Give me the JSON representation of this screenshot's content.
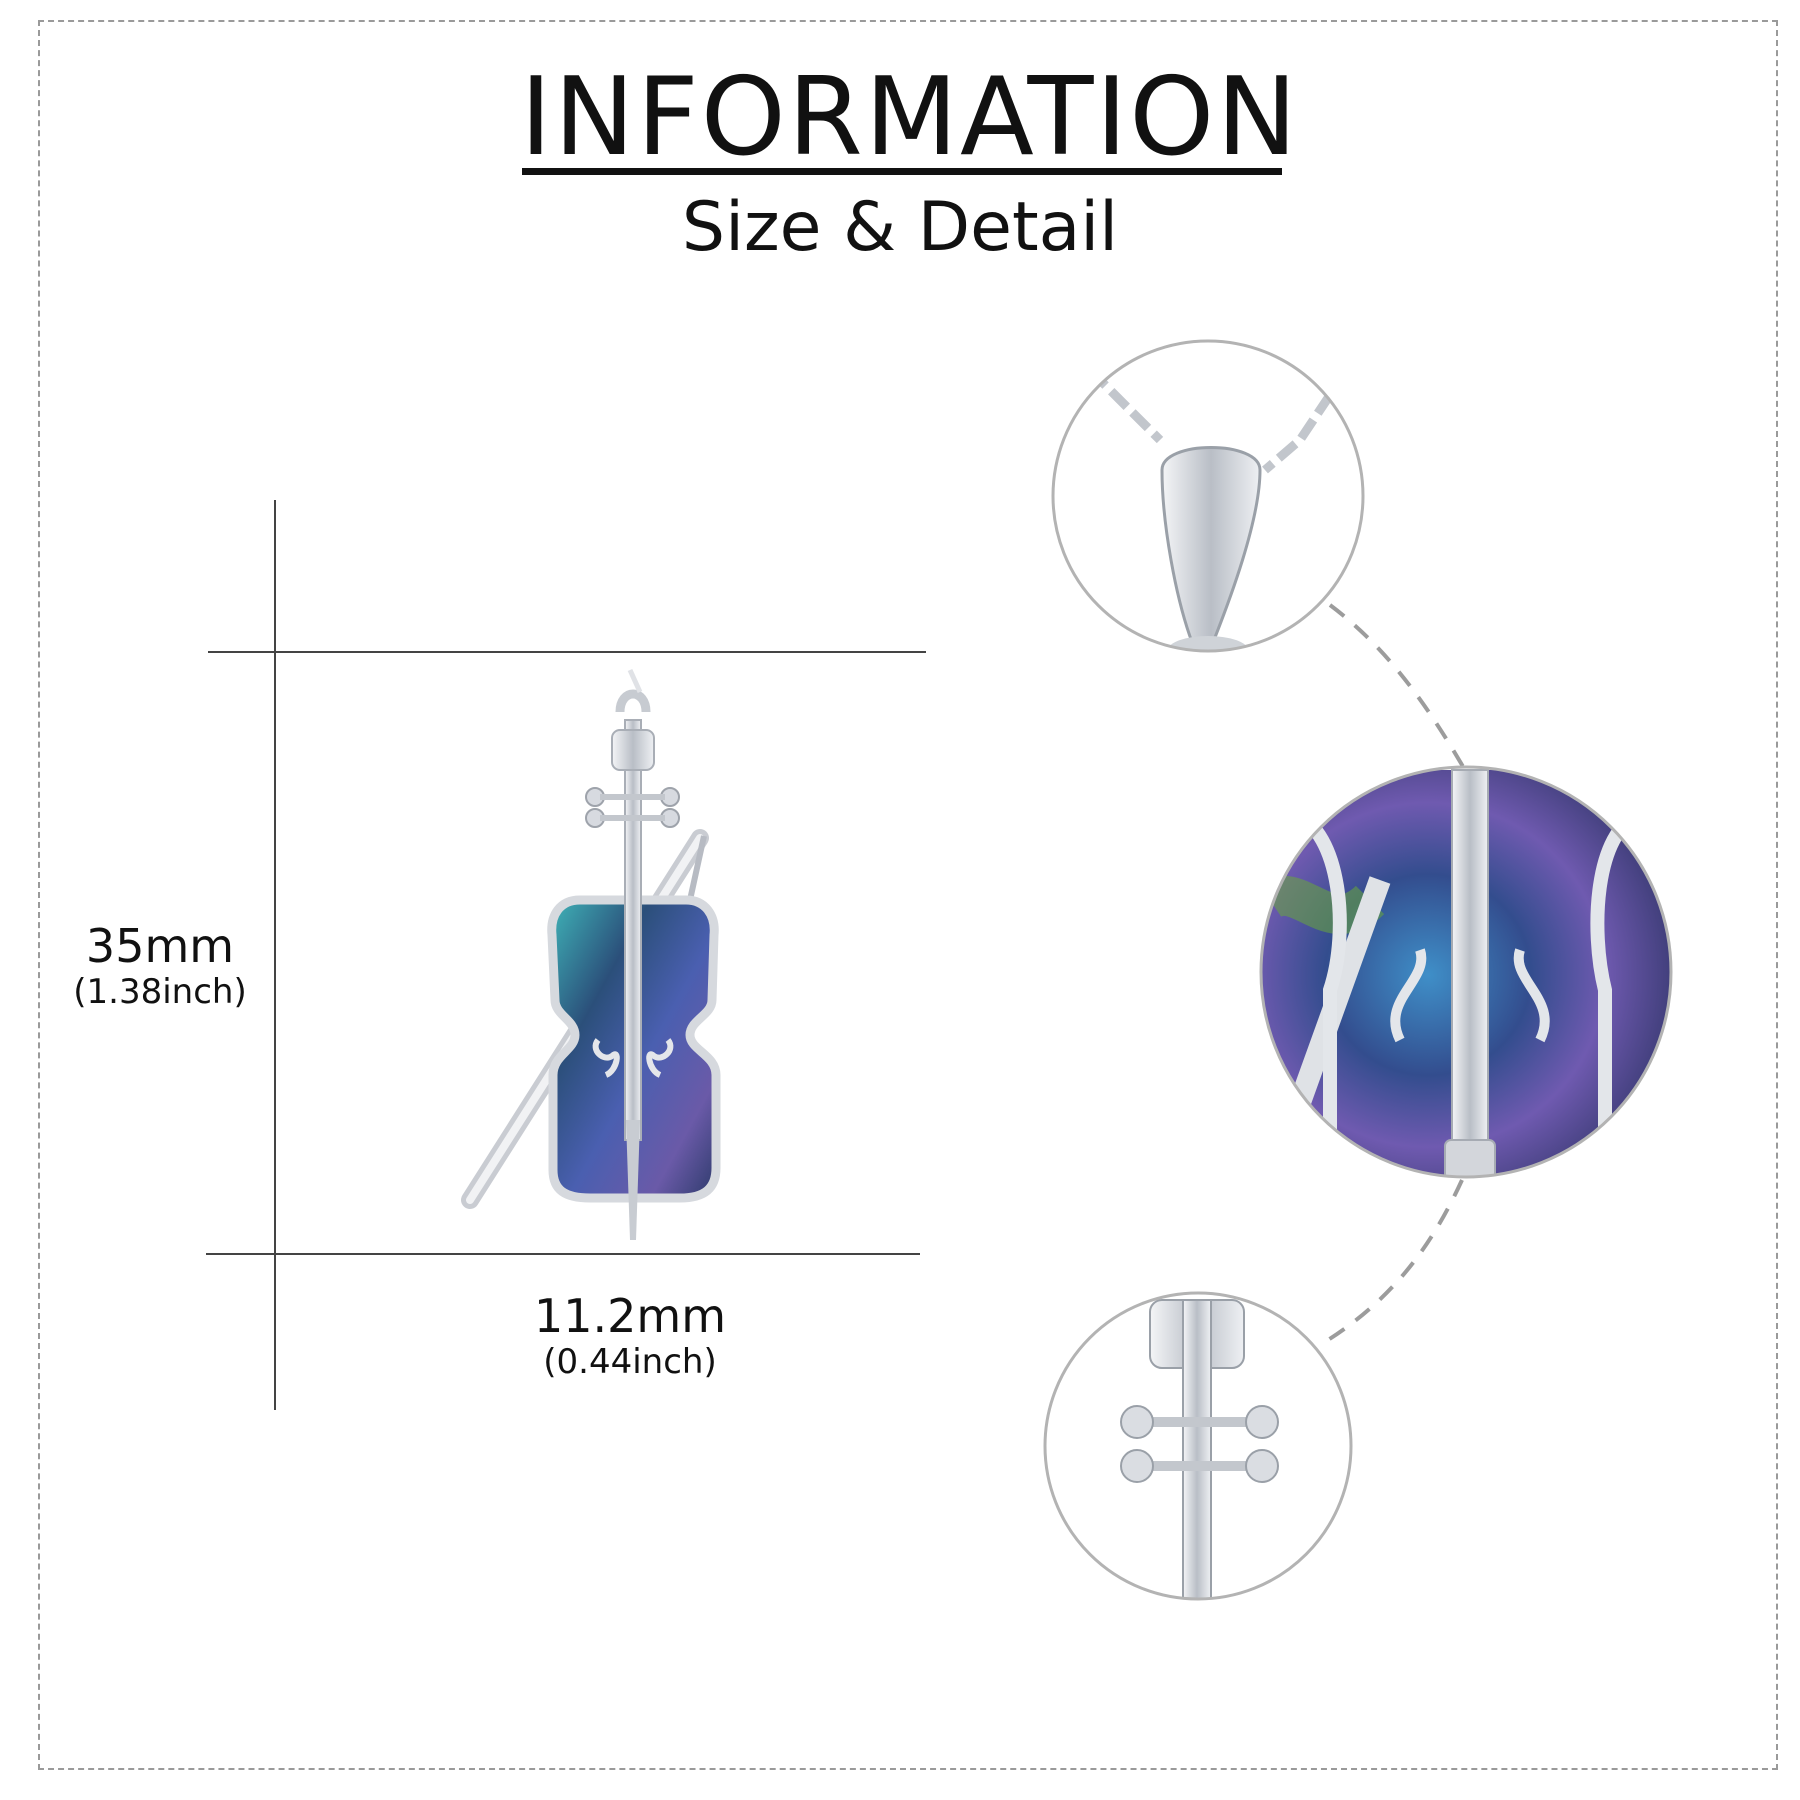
{
  "header": {
    "title": "INFORMATION",
    "subtitle": "Size & Detail"
  },
  "dimensions": {
    "height": {
      "mm": "35mm",
      "inch": "(1.38inch)"
    },
    "width": {
      "mm": "11.2mm",
      "inch": "(0.44inch)"
    }
  },
  "product": {
    "colors": {
      "silver": "#d9dde2",
      "shell_blue": "#3f5fa8",
      "shell_teal": "#3fb4b8",
      "shell_green": "#6aa83a"
    }
  },
  "details": {
    "items": [
      {
        "icon": "bail-chain-detail-icon"
      },
      {
        "icon": "violin-body-detail-icon"
      },
      {
        "icon": "violin-scroll-detail-icon"
      }
    ]
  }
}
